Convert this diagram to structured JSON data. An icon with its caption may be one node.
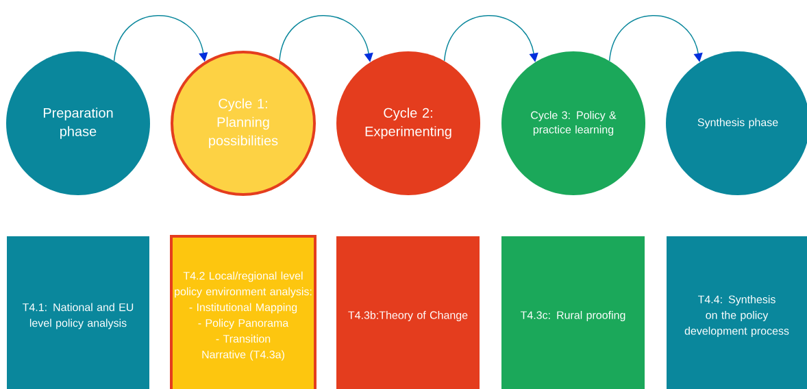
{
  "diagram": {
    "nodes": [
      {
        "text": [
          "Preparation phase"
        ]
      },
      {
        "text": [
          "Cycle 1: Planning possibilities"
        ]
      },
      {
        "text": [
          "Cycle 2: Experimenting"
        ]
      },
      {
        "text": [
          "Cycle 3: Policy & practice learning"
        ]
      },
      {
        "text": [
          "Synthesis phase"
        ]
      },
      {
        "text": [
          "T4.1: National and EU level policy analysis"
        ]
      },
      {
        "text": [
          "T4.2 Local/regional level policy environment analysis:",
          "- Institutional Mapping",
          "- Policy Panorama",
          "- Transition Narrative (T4.3a)"
        ]
      },
      {
        "text": [
          "T4.3b:Theory of Change"
        ]
      },
      {
        "text": [
          "T4.3c: Rural proofing"
        ]
      },
      {
        "text": [
          "T4.4: Synthesis on the policy development process"
        ]
      }
    ],
    "edges": [
      {
        "from": 0,
        "to": 1,
        "arrow": "to"
      },
      {
        "from": 1,
        "to": 2,
        "arrow": "to"
      },
      {
        "from": 2,
        "to": 3,
        "arrow": "to"
      },
      {
        "from": 3,
        "to": 4,
        "arrow": "to"
      }
    ]
  }
}
